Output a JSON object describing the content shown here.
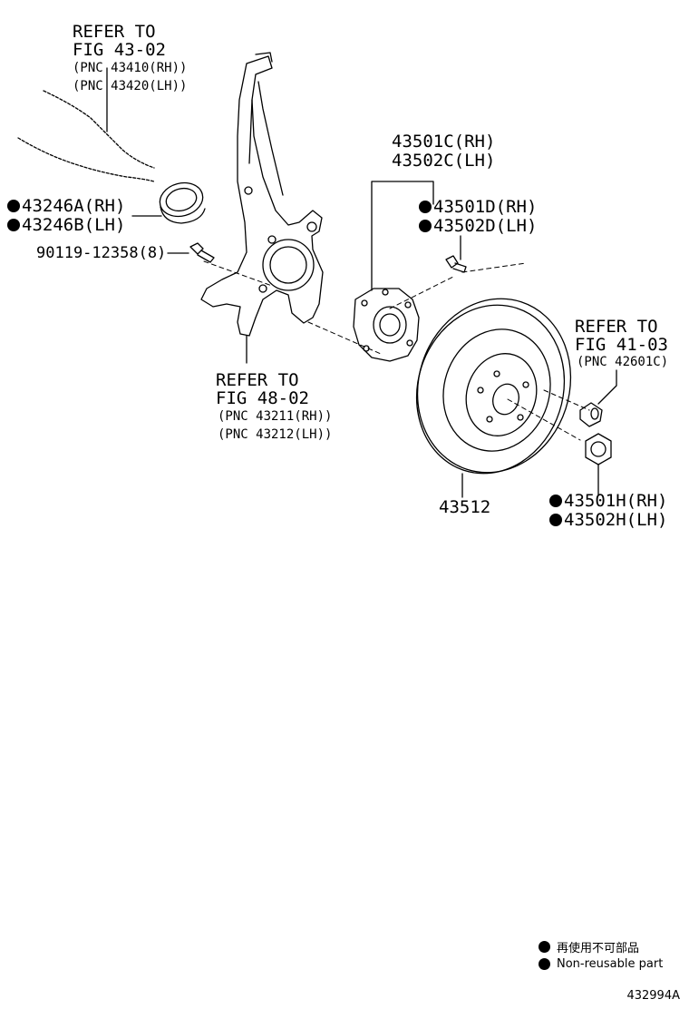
{
  "labels": {
    "ref_4302": {
      "line1": "REFER TO",
      "line2": "FIG 43-02",
      "line3": "(PNC 43410(RH))",
      "line4": "(PNC 43420(LH))"
    },
    "seal": {
      "rh": "43246A(RH)",
      "lh": "43246B(LH)"
    },
    "bolt": "90119-12358(8)",
    "ref_4802": {
      "line1": "REFER TO",
      "line2": "FIG 48-02",
      "line3": "(PNC 43211(RH))",
      "line4": "(PNC 43212(LH))"
    },
    "hub": {
      "rh": "43501C(RH)",
      "lh": "43502C(LH)"
    },
    "hub_bolt": {
      "rh": "43501D(RH)",
      "lh": "43502D(LH)"
    },
    "ref_4103": {
      "line1": "REFER TO",
      "line2": "FIG 41-03",
      "line3": "(PNC 42601C)"
    },
    "disc": "43512",
    "nut": {
      "rh": "43501H(RH)",
      "lh": "43502H(LH)"
    }
  },
  "legend": {
    "jp": "再使用不可部品",
    "en": "Non-reusable part"
  },
  "figure_code": "432994A"
}
